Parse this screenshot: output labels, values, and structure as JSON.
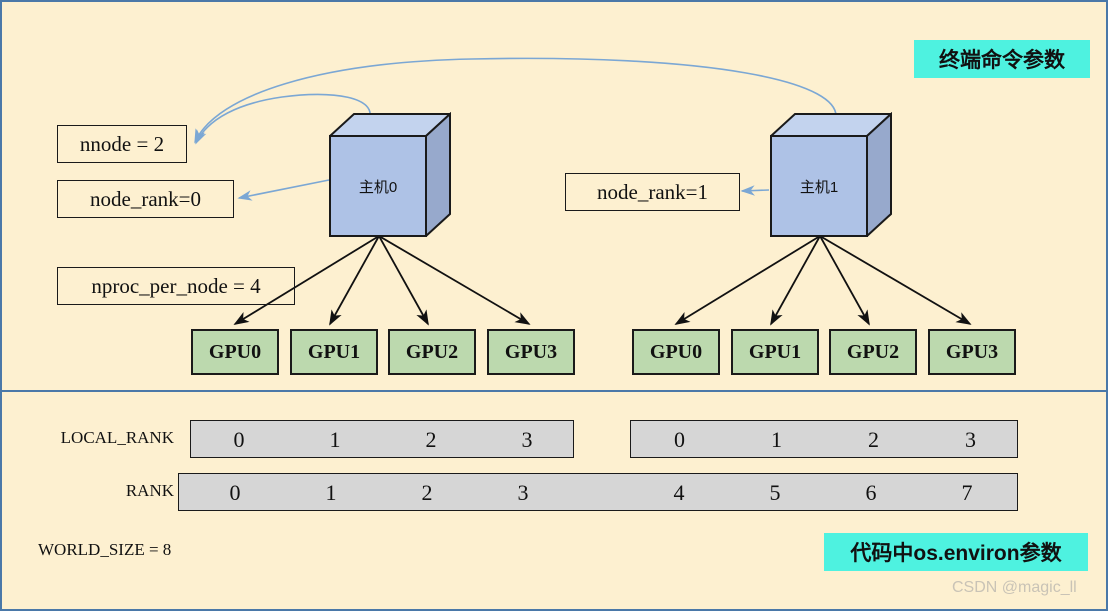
{
  "diagram": {
    "background_color": "#fdf0d0",
    "border_color": "#4a78a8",
    "cyan_accent": "#4ef2e0",
    "cube_color": "#aec2e6",
    "gpu_color": "#bcd9ae",
    "rank_bar_color": "#d6d6d6"
  },
  "annotations": {
    "top_right_label": "终端命令参数",
    "bottom_right_label": "代码中os.environ参数",
    "watermark": "CSDN @magic_ll"
  },
  "params": {
    "nnode": "nnode = 2",
    "node_rank_0": "node_rank=0",
    "nproc_per_node": "nproc_per_node = 4",
    "node_rank_1": "node_rank=1"
  },
  "nodes": [
    {
      "label": "主机0",
      "gpus": [
        "GPU0",
        "GPU1",
        "GPU2",
        "GPU3"
      ]
    },
    {
      "label": "主机1",
      "gpus": [
        "GPU0",
        "GPU1",
        "GPU2",
        "GPU3"
      ]
    }
  ],
  "table": {
    "rows": [
      {
        "label": "LOCAL_RANK",
        "node0_values": [
          "0",
          "1",
          "2",
          "3"
        ],
        "node1_values": [
          "0",
          "1",
          "2",
          "3"
        ]
      },
      {
        "label": "RANK",
        "node0_values": [
          "0",
          "1",
          "2",
          "3"
        ],
        "node1_values": [
          "4",
          "5",
          "6",
          "7"
        ]
      }
    ],
    "world_size": "WORLD_SIZE = 8"
  }
}
